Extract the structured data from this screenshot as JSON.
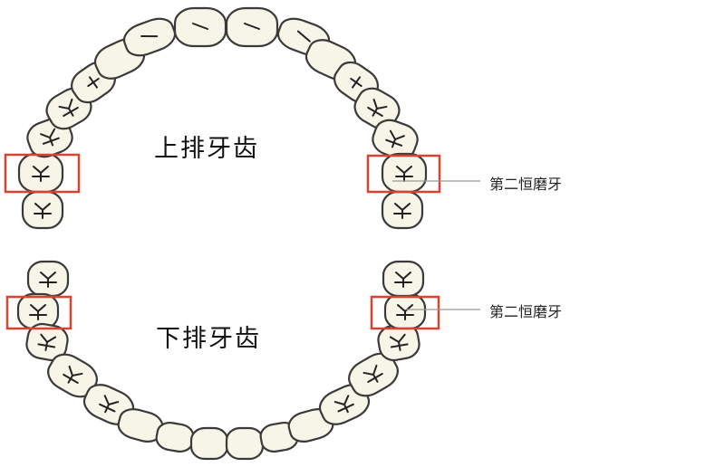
{
  "upper": {
    "title": "上排牙齿",
    "label": "第二恒磨牙"
  },
  "lower": {
    "title": "下排牙齿",
    "label": "第二恒磨牙"
  },
  "colors": {
    "tooth_fill": "#f7f5e8",
    "tooth_stroke": "#3a3a3a",
    "highlight": "#d9432f",
    "leader": "#999999"
  }
}
